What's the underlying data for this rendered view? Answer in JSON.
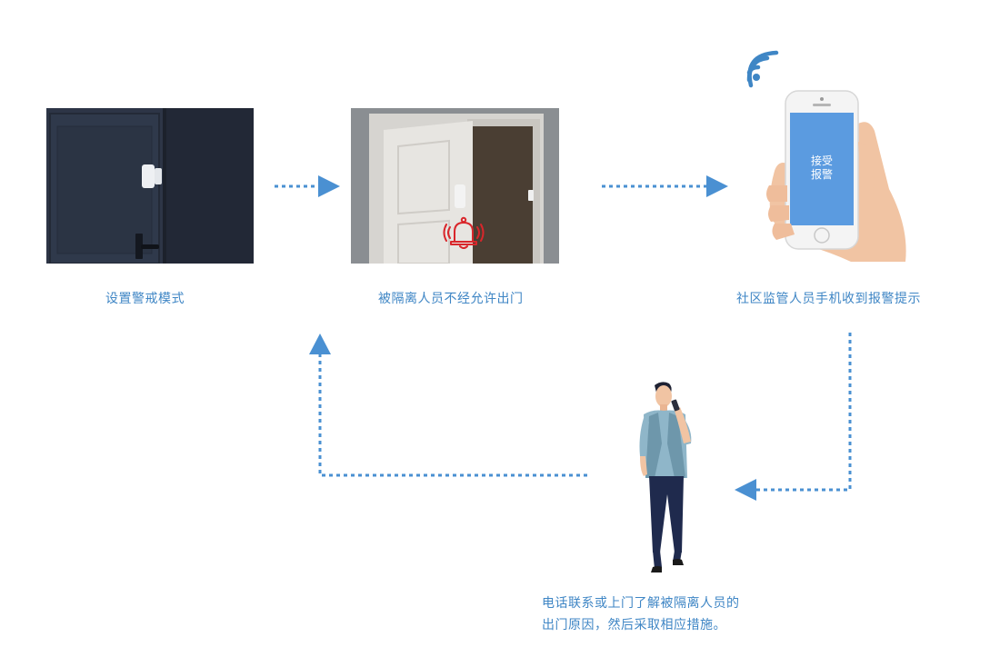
{
  "steps": [
    {
      "label": "设置警戒模式"
    },
    {
      "label": "被隔离人员不经允许出门"
    },
    {
      "label": "社区监管人员手机收到报警提示"
    }
  ],
  "phone": {
    "screen_line1": "接受",
    "screen_line2": "报警"
  },
  "final_step": {
    "line1": "电话联系或上门了解被隔离人员的",
    "line2": "出门原因，然后采取相应措施。"
  },
  "colors": {
    "accent": "#3f86c5",
    "arrow": "#4a90d2",
    "alarm": "#d9262b",
    "screen": "#5b9be0"
  }
}
